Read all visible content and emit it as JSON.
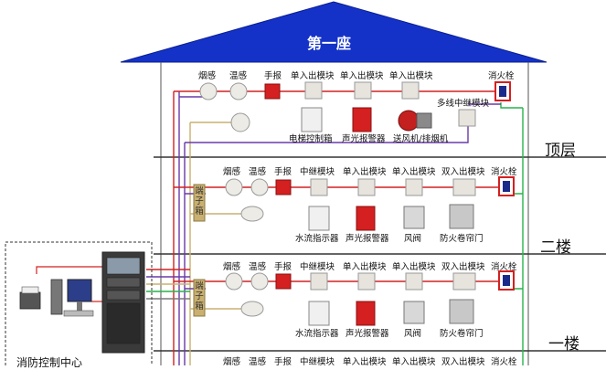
{
  "building": {
    "title": "第一座",
    "floors": [
      "顶层",
      "二楼",
      "一楼"
    ]
  },
  "top_floor": {
    "labels": [
      "烟感",
      "温感",
      "手报",
      "单入出模块",
      "单入出模块",
      "单入出模块",
      "消火栓"
    ],
    "relay": "多线中继模块",
    "captions": [
      "电梯控制箱",
      "声光报警器",
      "送风机/排烟机"
    ]
  },
  "second_floor": {
    "labels": [
      "烟感",
      "温感",
      "手报",
      "中继模块",
      "单入出模块",
      "单入出模块",
      "双入出模块",
      "消火栓"
    ],
    "captions": [
      "水流指示器",
      "声光报警器",
      "风阀",
      "防火卷帘门"
    ],
    "terminal": "端子箱"
  },
  "first_floor": {
    "labels": [
      "烟感",
      "温感",
      "手报",
      "中继模块",
      "单入出模块",
      "单入出模块",
      "双入出模块",
      "消火栓"
    ],
    "captions": [
      "水流指示器",
      "声光报警器",
      "风阀",
      "防火卷帘门"
    ],
    "terminal": "端子箱"
  },
  "basement": {
    "labels": [
      "烟感",
      "温感",
      "手报",
      "中继模块",
      "单入出模块",
      "单入出模块",
      "双入出模块",
      "消火栓"
    ]
  },
  "control_center": {
    "title": "消防控制中心"
  },
  "colors": {
    "roof": "#1432c8",
    "wire_red": "#d42020",
    "wire_purple": "#6a3aa8",
    "wire_green": "#27b34a",
    "wire_tan": "#c9b070",
    "wire_gray": "#7a7a7a"
  }
}
